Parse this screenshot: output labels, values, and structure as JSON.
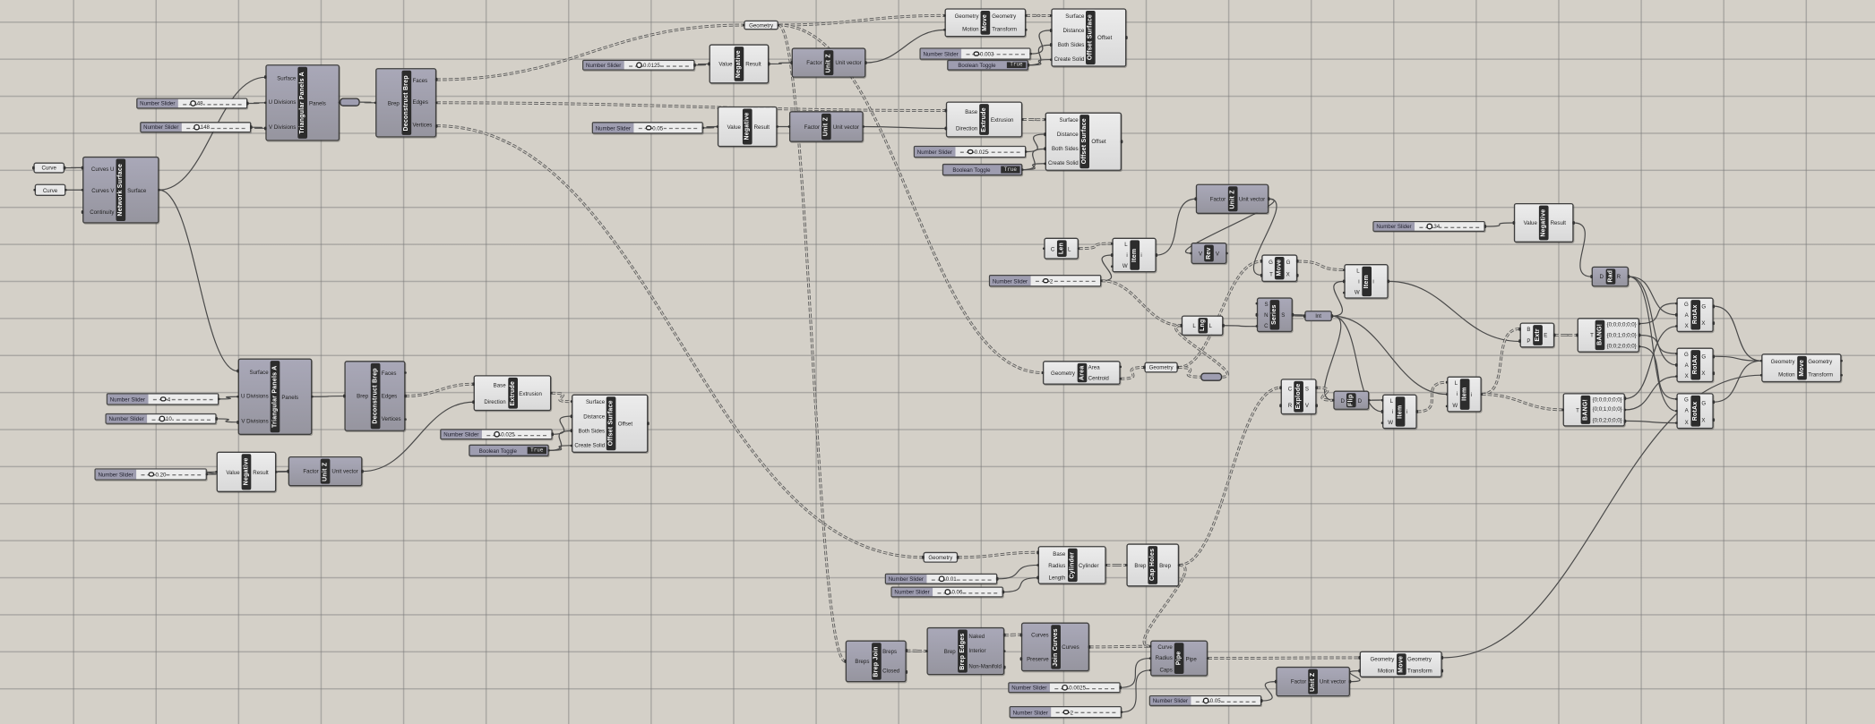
{
  "canvas": {
    "title": "Grasshopper canvas"
  },
  "colors": {
    "canvas": "#d4d0c8",
    "component_dark": "#a3a2b3",
    "component_light": "#e6e6e6",
    "label_bar": "#2c2c2c",
    "wire": "#4a4a4a"
  },
  "params": {
    "c1": {
      "label": "Curve"
    },
    "c2": {
      "label": "Curve"
    },
    "g1": {
      "label": "Geometry"
    },
    "g2": {
      "label": "Geometry"
    },
    "g3": {
      "label": "Geometry"
    },
    "int": {
      "label": "Int"
    }
  },
  "sliders": {
    "s48": {
      "label": "Number Slider",
      "value": "48"
    },
    "s148": {
      "label": "Number Slider",
      "value": "148"
    },
    "s0125": {
      "label": "Number Slider",
      "value": "0.0125"
    },
    "s003": {
      "label": "Number Slider",
      "value": "0.003"
    },
    "s05": {
      "label": "Number Slider",
      "value": "0.05"
    },
    "s025a": {
      "label": "Number Slider",
      "value": "0.025"
    },
    "s4": {
      "label": "Number Slider",
      "value": "4"
    },
    "s10": {
      "label": "Number Slider",
      "value": "10"
    },
    "s025b": {
      "label": "Number Slider",
      "value": "0.025"
    },
    "s20": {
      "label": "Number Slider",
      "value": "0.20"
    },
    "s2a": {
      "label": "Number Slider",
      "value": "2"
    },
    "s34": {
      "label": "Number Slider",
      "value": "34"
    },
    "s01": {
      "label": "Number Slider",
      "value": "0.01"
    },
    "s06": {
      "label": "Number Slider",
      "value": "0.06"
    },
    "s0025": {
      "label": "Number Slider",
      "value": "0.0025"
    },
    "s2b": {
      "label": "Number Slider",
      "value": "2"
    },
    "s05b": {
      "label": "Number Slider",
      "value": "0.05"
    }
  },
  "toggles": {
    "t1": {
      "label": "Boolean Toggle",
      "value": "True"
    },
    "t2": {
      "label": "Boolean Toggle",
      "value": "True"
    },
    "t3": {
      "label": "Boolean Toggle",
      "value": "True"
    }
  },
  "components": {
    "ns": {
      "title": "Network Surface",
      "inputs": [
        "Curves U",
        "Curves V",
        "Continuity"
      ],
      "outputs": [
        "Surface"
      ]
    },
    "tpa1": {
      "title": "Triangular Panels A",
      "inputs": [
        "Surface",
        "U Divisions",
        "V Divisions"
      ],
      "outputs": [
        "Panels"
      ]
    },
    "db1": {
      "title": "Deconstruct Brep",
      "inputs": [
        "Brep"
      ],
      "outputs": [
        "Faces",
        "Edges",
        "Vertices"
      ]
    },
    "neg1": {
      "title": "Negative",
      "inputs": [
        "Value"
      ],
      "outputs": [
        "Result"
      ]
    },
    "uz1": {
      "title": "Unit Z",
      "inputs": [
        "Factor"
      ],
      "outputs": [
        "Unit vector"
      ]
    },
    "mv1": {
      "title": "Move",
      "inputs": [
        "Geometry",
        "Motion"
      ],
      "outputs": [
        "Geometry",
        "Transform"
      ]
    },
    "os1": {
      "title": "Offset Surface",
      "inputs": [
        "Surface",
        "Distance",
        "Both Sides",
        "Create Solid"
      ],
      "outputs": [
        "Offset"
      ]
    },
    "neg2": {
      "title": "Negative",
      "inputs": [
        "Value"
      ],
      "outputs": [
        "Result"
      ]
    },
    "uz2": {
      "title": "Unit Z",
      "inputs": [
        "Factor"
      ],
      "outputs": [
        "Unit vector"
      ]
    },
    "ex1": {
      "title": "Extrude",
      "inputs": [
        "Base",
        "Direction"
      ],
      "outputs": [
        "Extrusion"
      ]
    },
    "os2": {
      "title": "Offset Surface",
      "inputs": [
        "Surface",
        "Distance",
        "Both Sides",
        "Create Solid"
      ],
      "outputs": [
        "Offset"
      ]
    },
    "tpa2": {
      "title": "Triangular Panels A",
      "inputs": [
        "Surface",
        "U Divisions",
        "V Divisions"
      ],
      "outputs": [
        "Panels"
      ]
    },
    "db2": {
      "title": "Deconstruct Brep",
      "inputs": [
        "Brep"
      ],
      "outputs": [
        "Faces",
        "Edges",
        "Vertices"
      ]
    },
    "ex2": {
      "title": "Extrude",
      "inputs": [
        "Base",
        "Direction"
      ],
      "outputs": [
        "Extrusion"
      ]
    },
    "os3": {
      "title": "Offset Surface",
      "inputs": [
        "Surface",
        "Distance",
        "Both Sides",
        "Create Solid"
      ],
      "outputs": [
        "Offset"
      ]
    },
    "neg3": {
      "title": "Negative",
      "inputs": [
        "Value"
      ],
      "outputs": [
        "Result"
      ]
    },
    "uz3": {
      "title": "Unit Z",
      "inputs": [
        "Factor"
      ],
      "outputs": [
        "Unit vector"
      ]
    },
    "uz4": {
      "title": "Unit Z",
      "inputs": [
        "Factor"
      ],
      "outputs": [
        "Unit vector"
      ]
    },
    "len": {
      "title": "Len",
      "inputs": [
        "C"
      ],
      "outputs": [
        "L"
      ]
    },
    "item1": {
      "title": "Item",
      "inputs": [
        "L",
        "i",
        "W"
      ],
      "outputs": [
        "i"
      ]
    },
    "rev": {
      "title": "Rev",
      "inputs": [
        "V"
      ],
      "outputs": [
        "V"
      ]
    },
    "mv2": {
      "title": "Move",
      "inputs": [
        "G",
        "T"
      ],
      "outputs": [
        "G",
        "X"
      ]
    },
    "ser": {
      "title": "Series",
      "inputs": [
        "S",
        "N",
        "C"
      ],
      "outputs": [
        "S"
      ]
    },
    "item2": {
      "title": "Item",
      "inputs": [
        "L",
        "i",
        "W"
      ],
      "outputs": [
        "i"
      ]
    },
    "lng": {
      "title": "Lng",
      "inputs": [
        "L"
      ],
      "outputs": [
        "L"
      ]
    },
    "area": {
      "title": "Area",
      "inputs": [
        "Geometry"
      ],
      "outputs": [
        "Area",
        "Centroid"
      ]
    },
    "expl": {
      "title": "Explode",
      "inputs": [
        "C",
        "R"
      ],
      "outputs": [
        "S",
        "V"
      ]
    },
    "flip": {
      "title": "Flip",
      "inputs": [
        "D"
      ],
      "outputs": [
        "D"
      ]
    },
    "item3": {
      "title": "Item",
      "inputs": [
        "L",
        "i",
        "W"
      ],
      "outputs": [
        "i"
      ]
    },
    "item4": {
      "title": "Item",
      "inputs": [
        "L",
        "i",
        "W"
      ],
      "outputs": [
        "i"
      ]
    },
    "neg4": {
      "title": "Negative",
      "inputs": [
        "Value"
      ],
      "outputs": [
        "Result"
      ]
    },
    "rad": {
      "title": "Rad",
      "inputs": [
        "D"
      ],
      "outputs": [
        "R"
      ]
    },
    "extr": {
      "title": "Extr",
      "inputs": [
        "B",
        "P"
      ],
      "outputs": [
        "E"
      ]
    },
    "bang1": {
      "title": "BANG!",
      "inputs": [
        "T"
      ],
      "outputs": [
        "{0;0;0;0;0;0}",
        "{0;0;1;0;0;0}",
        "{0;0;2;0;0;0}"
      ]
    },
    "bang2": {
      "title": "BANG!",
      "inputs": [
        "T"
      ],
      "outputs": [
        "{0;0;0;0;0;0}",
        "{0;0;1;0;0;0}",
        "{0;0;2;0;0;0}"
      ]
    },
    "rot1": {
      "title": "RotAx",
      "inputs": [
        "G",
        "A",
        "X"
      ],
      "outputs": [
        "G",
        "X"
      ]
    },
    "rot2": {
      "title": "RotAx",
      "inputs": [
        "G",
        "A",
        "X"
      ],
      "outputs": [
        "G",
        "X"
      ]
    },
    "rot3": {
      "title": "RotAx",
      "inputs": [
        "G",
        "A",
        "X"
      ],
      "outputs": [
        "G",
        "X"
      ]
    },
    "mv3": {
      "title": "Move",
      "inputs": [
        "Geometry",
        "Motion"
      ],
      "outputs": [
        "Geometry",
        "Transform"
      ]
    },
    "cyl": {
      "title": "Cylinder",
      "inputs": [
        "Base",
        "Radius",
        "Length"
      ],
      "outputs": [
        "Cylinder"
      ]
    },
    "cap": {
      "title": "Cap Holes",
      "inputs": [
        "Brep"
      ],
      "outputs": [
        "Brep"
      ]
    },
    "bj": {
      "title": "Brep Join",
      "inputs": [
        "Breps"
      ],
      "outputs": [
        "Breps",
        "Closed"
      ]
    },
    "be": {
      "title": "Brep Edges",
      "inputs": [
        "Brep"
      ],
      "outputs": [
        "Naked",
        "Interior",
        "Non-Manifold"
      ]
    },
    "jc": {
      "title": "Join Curves",
      "inputs": [
        "Curves",
        "Preserve"
      ],
      "outputs": [
        "Curves"
      ]
    },
    "pipe": {
      "title": "Pipe",
      "inputs": [
        "Curve",
        "Radius",
        "Caps"
      ],
      "outputs": [
        "Pipe"
      ]
    },
    "uz5": {
      "title": "Unit Z",
      "inputs": [
        "Factor"
      ],
      "outputs": [
        "Unit vector"
      ]
    },
    "mv4": {
      "title": "Move",
      "inputs": [
        "Geometry",
        "Motion"
      ],
      "outputs": [
        "Geometry",
        "Transform"
      ]
    }
  }
}
